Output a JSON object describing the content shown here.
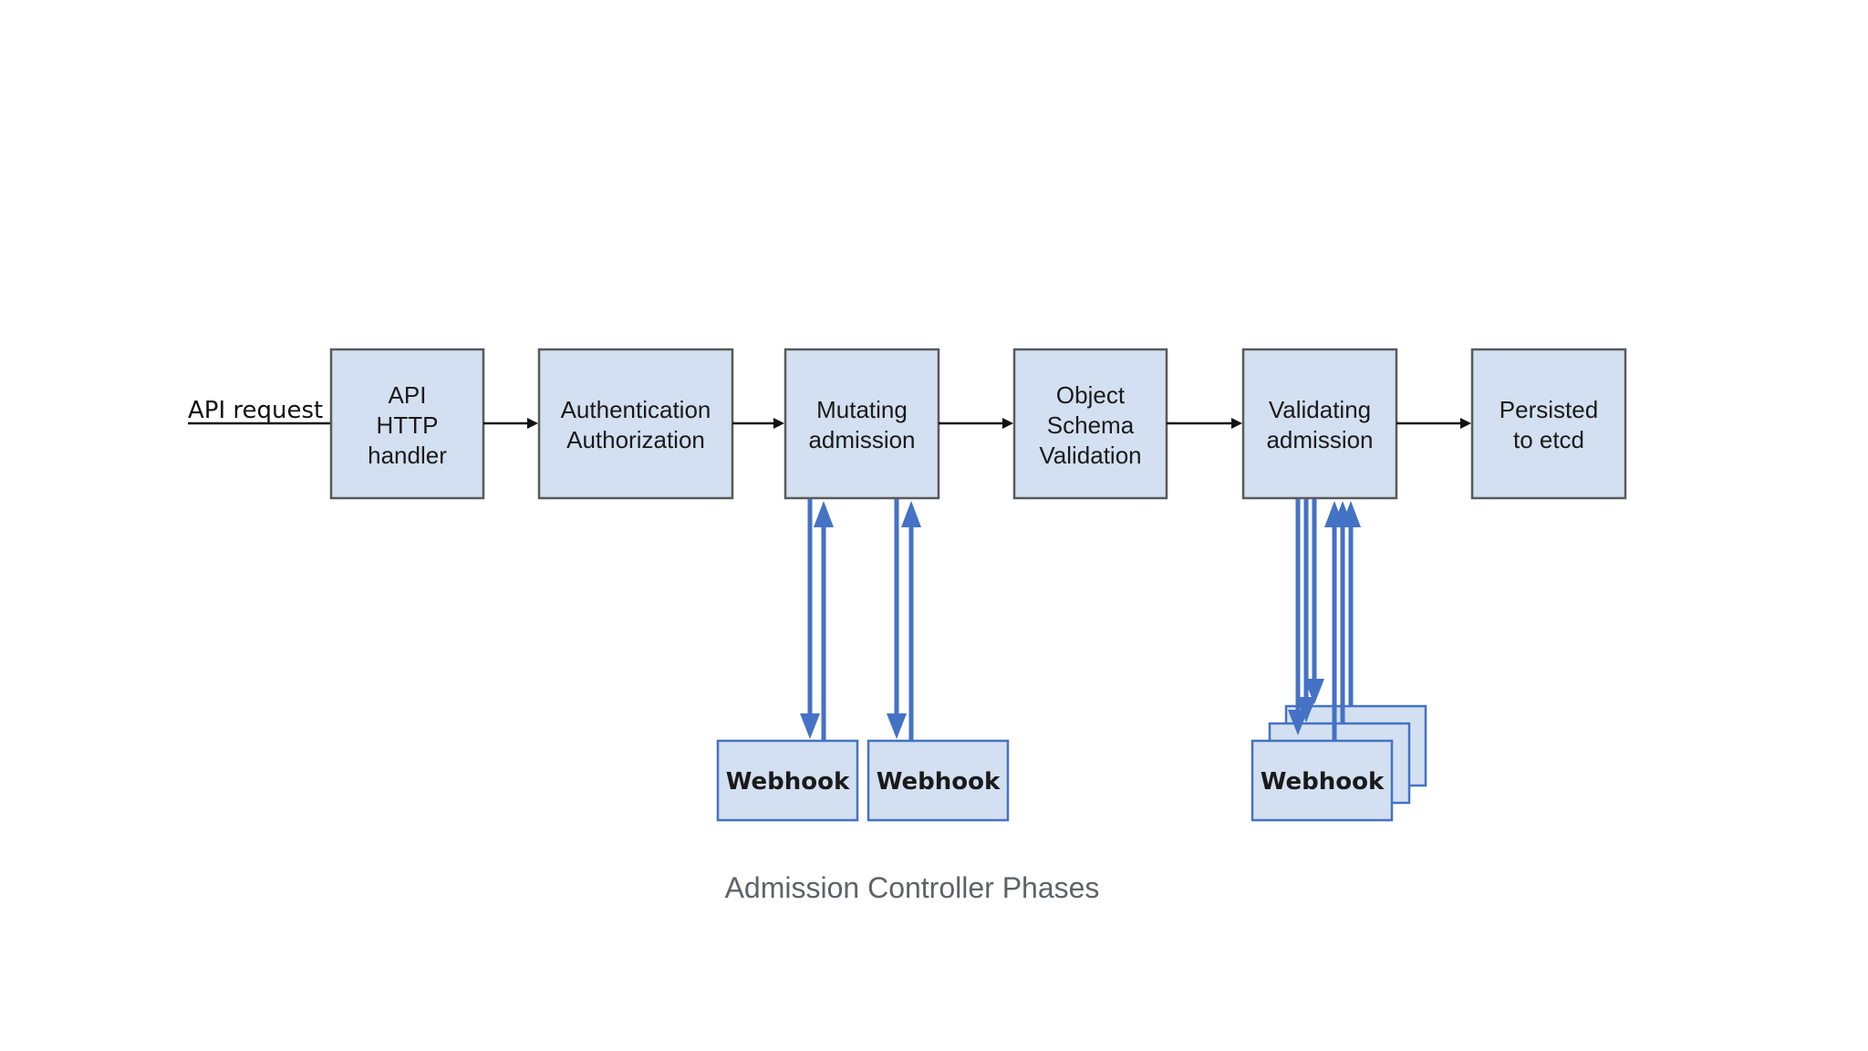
{
  "api_request_label": "API request",
  "stages": [
    {
      "id": "api-http-handler",
      "lines": [
        "API",
        "HTTP",
        "handler"
      ]
    },
    {
      "id": "authentication-authorization",
      "lines": [
        "Authentication",
        "Authorization"
      ]
    },
    {
      "id": "mutating-admission",
      "lines": [
        "Mutating",
        "admission"
      ]
    },
    {
      "id": "object-schema-validation",
      "lines": [
        "Object",
        "Schema",
        "Validation"
      ]
    },
    {
      "id": "validating-admission",
      "lines": [
        "Validating",
        "admission"
      ]
    },
    {
      "id": "persisted-to-etcd",
      "lines": [
        "Persisted",
        "to etcd"
      ]
    }
  ],
  "webhooks": {
    "mutating": [
      "Webhook",
      "Webhook"
    ],
    "validating_stack_label": "Webhook"
  },
  "caption": "Admission Controller Phases",
  "colors": {
    "box_fill": "#d3e0f1",
    "box_stroke": "#595959",
    "webhook_arrow": "#4472c4",
    "caption": "#5f6368"
  }
}
